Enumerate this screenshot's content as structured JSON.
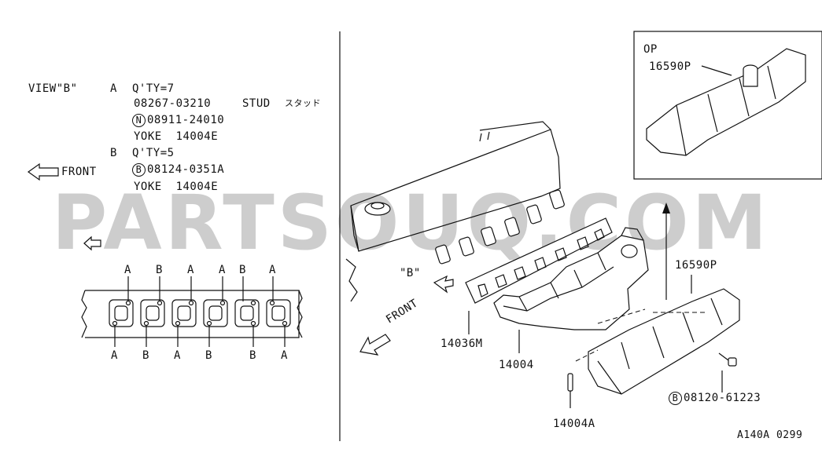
{
  "view_b": {
    "title": "VIEW\"B\"",
    "group_a": {
      "letter": "A",
      "qty": "Q'TY=7",
      "stud_part": "08267-03210",
      "stud_name": "STUD",
      "stud_jp": "スタッド",
      "nut_symbol": "N",
      "nut_part": "08911-24010",
      "yoke": "YOKE  14004E"
    },
    "group_b": {
      "letter": "B",
      "qty": "Q'TY=5",
      "bolt_symbol": "B",
      "bolt_part": "08124-0351A",
      "yoke": "YOKE  14004E"
    },
    "front_label": "FRONT"
  },
  "flange_letters_top": [
    "A",
    "B",
    "A",
    "A",
    "B",
    "A"
  ],
  "flange_letters_bottom": [
    "A",
    "B",
    "A",
    "B",
    "B",
    "A"
  ],
  "main": {
    "view_marker": "\"B\"",
    "front_label": "FRONT",
    "parts": {
      "gasket": "14036M",
      "manifold": "14004",
      "stud": "14004A",
      "cover": "16590P",
      "bolt_symbol": "B",
      "bolt": "08120-61223"
    }
  },
  "option_box": {
    "label": "OP",
    "part": "16590P"
  },
  "watermark": "PARTSOUQ.COM",
  "figure_id": "A140A 0299"
}
